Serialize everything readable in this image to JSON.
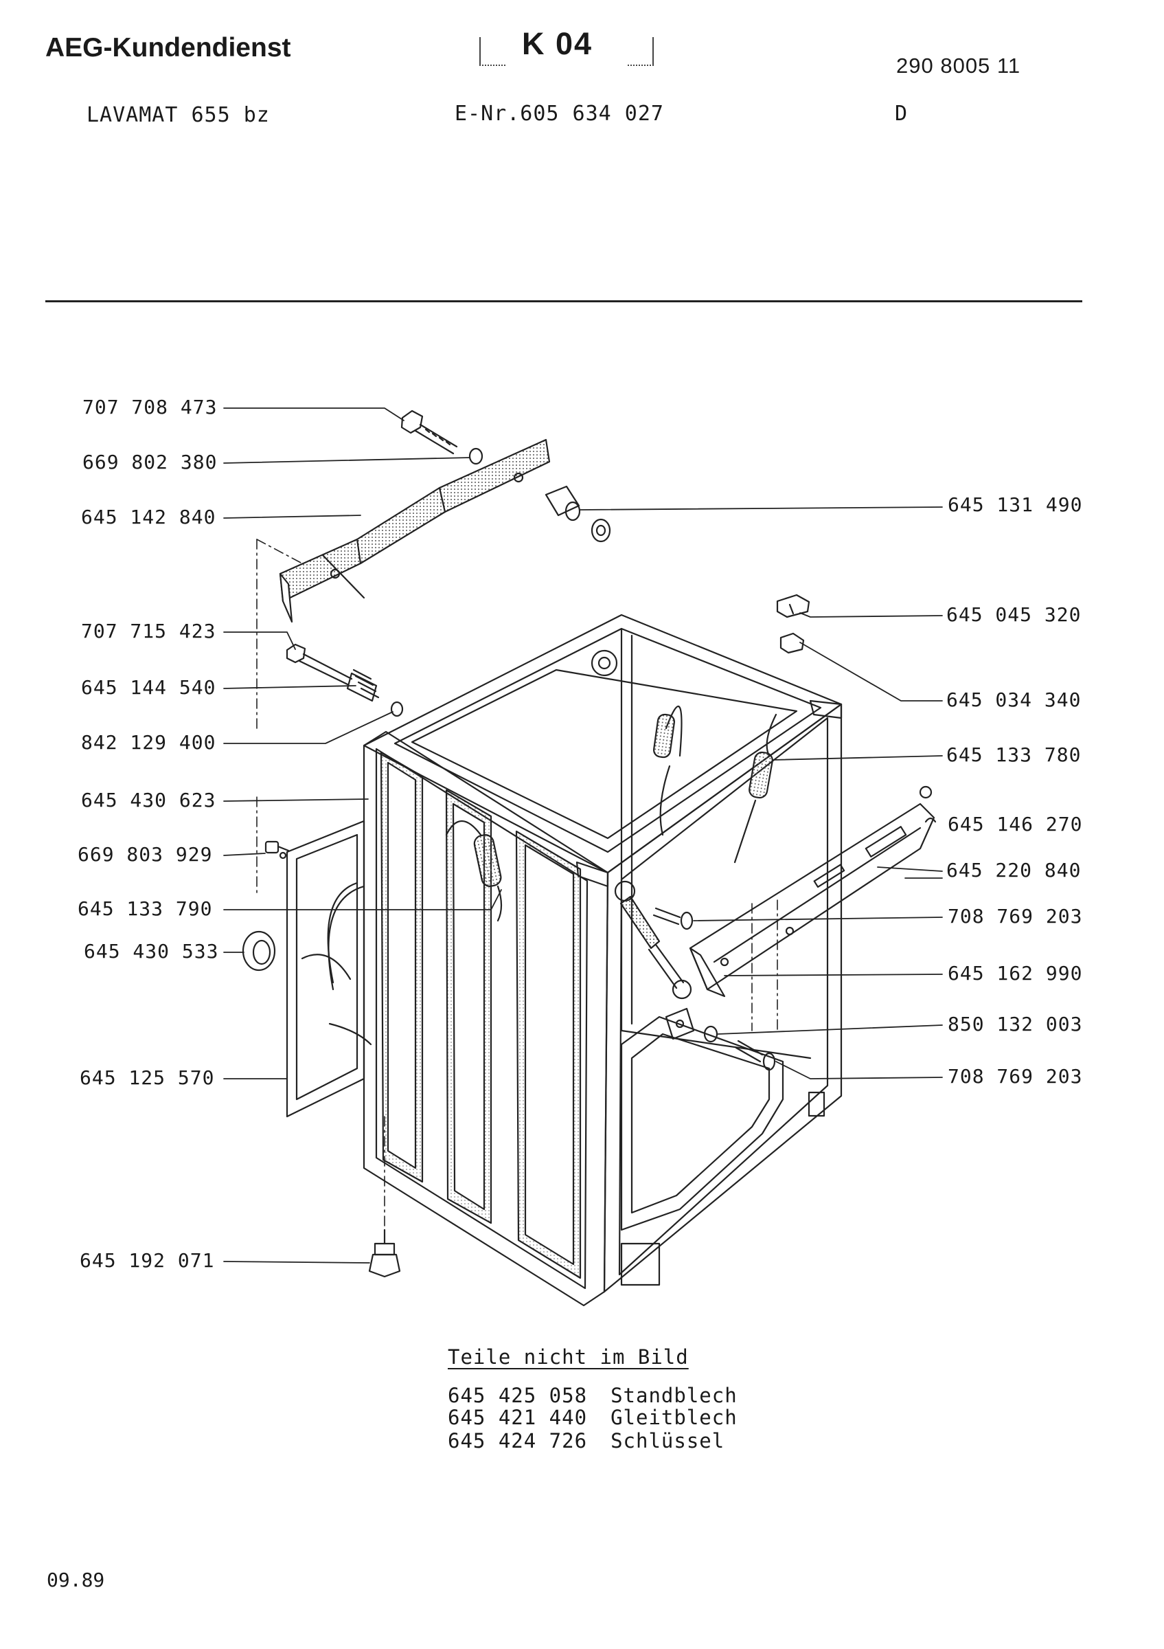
{
  "header": {
    "brand": "AEG-Kundendienst",
    "section_code": "K 04",
    "doc_number": "290 8005 11",
    "model": "LAVAMAT 655 bz",
    "e_number": "E-Nr.605 634 027",
    "language": "D"
  },
  "parts_left": [
    {
      "number": "707 708 473"
    },
    {
      "number": "669 802 380"
    },
    {
      "number": "645 142 840"
    },
    {
      "number": "707 715 423"
    },
    {
      "number": "645 144 540"
    },
    {
      "number": "842 129 400"
    },
    {
      "number": "645 430 623"
    },
    {
      "number": "669 803 929"
    },
    {
      "number": "645 133 790"
    },
    {
      "number": "645 430 533"
    },
    {
      "number": "645 125 570"
    },
    {
      "number": "645 192 071"
    }
  ],
  "parts_right": [
    {
      "number": "645 131 490"
    },
    {
      "number": "645 045 320"
    },
    {
      "number": "645 034 340"
    },
    {
      "number": "645 133 780"
    },
    {
      "number": "645 146 270"
    },
    {
      "number": "645 220 840"
    },
    {
      "number": "708 769 203"
    },
    {
      "number": "645 162 990"
    },
    {
      "number": "850 132 003"
    },
    {
      "number": "708 769 203"
    }
  ],
  "notes": {
    "title": "Teile nicht im Bild",
    "items": [
      {
        "number": "645 425 058",
        "description": "Standblech"
      },
      {
        "number": "645 421 440",
        "description": "Gleitblech"
      },
      {
        "number": "645 424 726",
        "description": "Schlüssel"
      }
    ]
  },
  "footer": {
    "date": "09.89"
  }
}
